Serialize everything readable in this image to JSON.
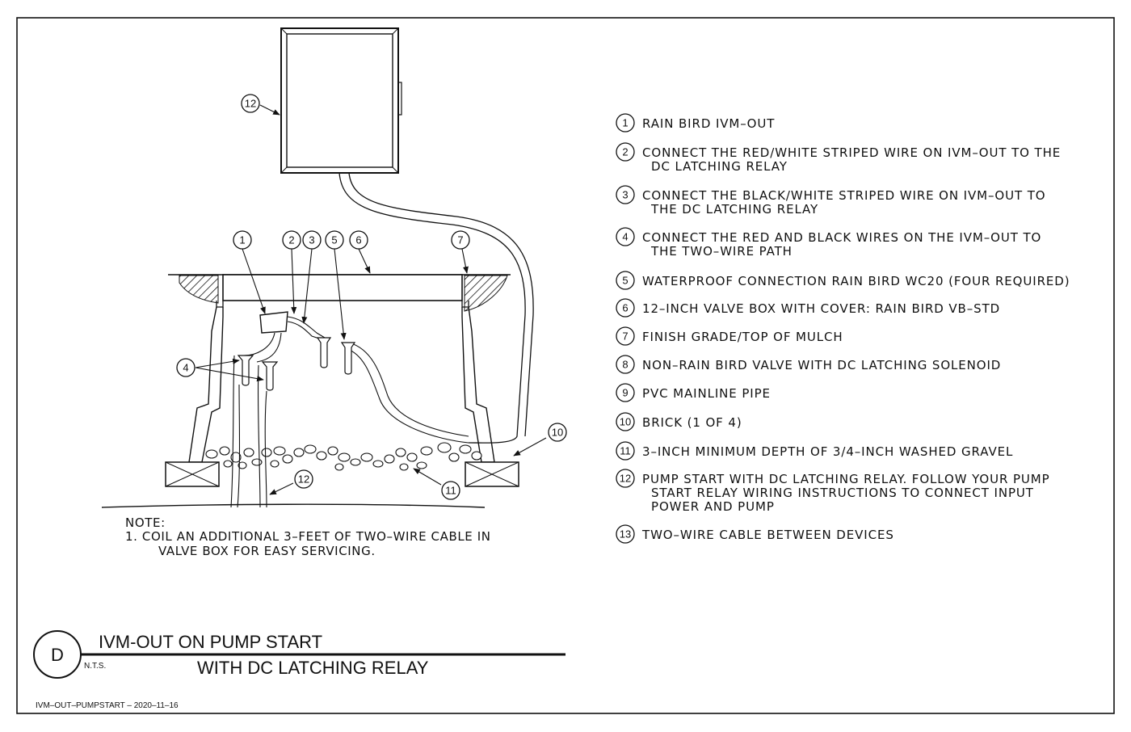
{
  "callouts_diagram": [
    "1",
    "2",
    "3",
    "4",
    "5",
    "6",
    "7",
    "10",
    "11",
    "12"
  ],
  "legend": [
    {
      "num": "1",
      "lines": [
        "RAIN BIRD IVM–OUT"
      ]
    },
    {
      "num": "2",
      "lines": [
        "CONNECT THE RED/WHITE STRIPED WIRE ON IVM–OUT TO THE",
        "DC LATCHING RELAY"
      ]
    },
    {
      "num": "3",
      "lines": [
        "CONNECT THE BLACK/WHITE STRIPED WIRE ON IVM–OUT TO",
        "THE DC LATCHING RELAY"
      ]
    },
    {
      "num": "4",
      "lines": [
        "CONNECT THE RED AND BLACK WIRES ON THE IVM–OUT TO",
        "THE TWO–WIRE PATH"
      ]
    },
    {
      "num": "5",
      "lines": [
        "WATERPROOF CONNECTION RAIN BIRD WC20 (FOUR REQUIRED)"
      ]
    },
    {
      "num": "6",
      "lines": [
        "12–INCH VALVE BOX WITH COVER: RAIN BIRD VB–STD"
      ]
    },
    {
      "num": "7",
      "lines": [
        "FINISH GRADE/TOP OF MULCH"
      ]
    },
    {
      "num": "8",
      "lines": [
        "NON–RAIN BIRD VALVE WITH DC LATCHING SOLENOID"
      ]
    },
    {
      "num": "9",
      "lines": [
        "PVC MAINLINE PIPE"
      ]
    },
    {
      "num": "10",
      "lines": [
        "BRICK  (1 OF 4)"
      ]
    },
    {
      "num": "11",
      "lines": [
        "3–INCH MINIMUM DEPTH OF 3/4–INCH WASHED GRAVEL"
      ]
    },
    {
      "num": "12",
      "lines": [
        "PUMP START WITH DC LATCHING RELAY. FOLLOW YOUR PUMP",
        "START RELAY WIRING INSTRUCTIONS TO CONNECT INPUT",
        "POWER AND PUMP"
      ]
    },
    {
      "num": "13",
      "lines": [
        "TWO–WIRE CABLE BETWEEN DEVICES"
      ]
    }
  ],
  "note": {
    "heading": "NOTE:",
    "line1": "1.   COIL AN ADDITIONAL 3–FEET OF TWO–WIRE CABLE IN",
    "line2": "VALVE BOX FOR EASY SERVICING."
  },
  "title_block": {
    "detail_letter": "D",
    "title_line1": "IVM-OUT ON PUMP START",
    "title_line2": "WITH DC LATCHING RELAY",
    "scale": "N.T.S."
  },
  "footer": "IVM–OUT–PUMPSTART  –  2020–11–16"
}
